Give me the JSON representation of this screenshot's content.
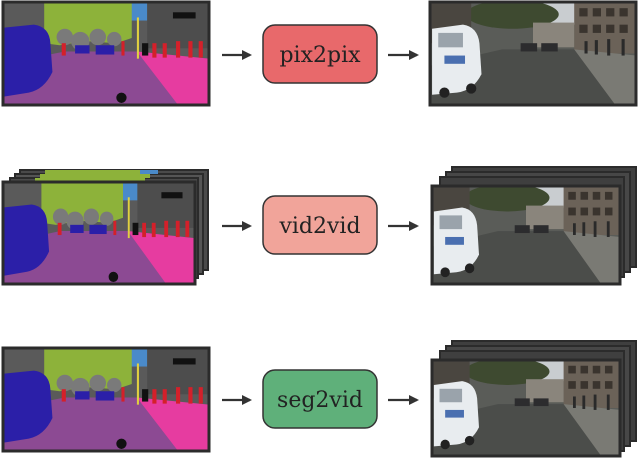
{
  "rows": [
    {
      "method_label": "pix2pix",
      "box_color": "#e8696b"
    },
    {
      "method_label": "vid2vid",
      "box_color": "#f1a49a"
    },
    {
      "method_label": "seg2vid",
      "box_color": "#5fb07a"
    }
  ],
  "colors": {
    "frame_border": "#2b2b2b",
    "arrow": "#333333",
    "seg_sky": "#4a8ac9",
    "seg_vegetation": "#8db23a",
    "seg_building": "#5a5a5a",
    "seg_car": "#2b1fa8",
    "seg_road": "#8c4a93",
    "seg_sidewalk": "#e63ca0",
    "seg_person": "#d4202a",
    "photo_sky": "#c9cdd0",
    "photo_road": "#4b4d4a",
    "photo_building": "#6b6258",
    "photo_van": "#e8ecef"
  }
}
